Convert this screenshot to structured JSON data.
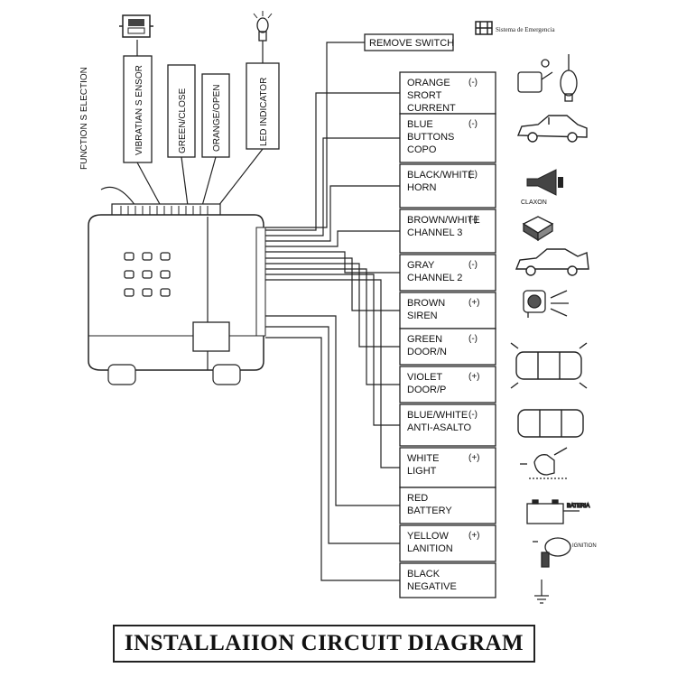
{
  "diagram": {
    "title": "INSTALLAIION CIRCUIT DIAGRAM",
    "logo_text": "Sistema de Emergencia",
    "remove_switch": "REMOVE SWITCH",
    "left_labels": {
      "function_selection": "FUNCTION S ELECTION",
      "vibration_sensor": "VIBRATIAN S ENSOR",
      "green_close": "GREEN/CLOSE",
      "orange_open": "ORANGE/OPEN",
      "led_indicator": "LED INDICATOR"
    },
    "wires": [
      {
        "line1": "ORANGE",
        "line2": "SRORT",
        "line3": "CURRENT",
        "polarity": "(-)",
        "icon": "relay-icon"
      },
      {
        "line1": "BLUE",
        "line2": "BUTTONS",
        "line3": "COPO",
        "polarity": "(-)",
        "icon": "car-side-icon"
      },
      {
        "line1": "BLACK/WHITE",
        "line2": "HORN",
        "line3": "",
        "polarity": "(-)",
        "icon": "horn-icon"
      },
      {
        "line1": "BROWN/WHITE",
        "line2": "CHANNEL 3",
        "line3": "",
        "polarity": "(-)",
        "icon": "module-icon"
      },
      {
        "line1": "GRAY",
        "line2": "CHANNEL 2",
        "line3": "",
        "polarity": "(-)",
        "icon": "car-trunk-icon"
      },
      {
        "line1": "BROWN",
        "line2": "SIREN",
        "line3": "",
        "polarity": "(+)",
        "icon": "siren-icon"
      },
      {
        "line1": "GREEN",
        "line2": "DOOR/N",
        "line3": "",
        "polarity": "(-)",
        "icon": "car-doors-icon"
      },
      {
        "line1": "VIOLET",
        "line2": "DOOR/P",
        "line3": "",
        "polarity": "(+)",
        "icon": "car-doors-open-icon"
      },
      {
        "line1": "BLUE/WHITE",
        "line2": "ANTI-ASALTO",
        "line3": "",
        "polarity": "(-)",
        "icon": "car-top-icon"
      },
      {
        "line1": "WHITE",
        "line2": "LIGHT",
        "line3": "",
        "polarity": "(+)",
        "icon": "light-icon"
      },
      {
        "line1": "RED",
        "line2": "BATTERY",
        "line3": "",
        "polarity": "",
        "icon": "battery-icon"
      },
      {
        "line1": "YELLOW",
        "line2": "LANITION",
        "line3": "",
        "polarity": "(+)",
        "icon": "ignition-icon"
      },
      {
        "line1": "BLACK",
        "line2": "NEGATIVE",
        "line3": "",
        "polarity": "",
        "icon": "ground-icon"
      }
    ],
    "icon_labels": {
      "horn": "CLAXON",
      "battery": "BATERIA",
      "ignition": "IGNITION"
    }
  }
}
